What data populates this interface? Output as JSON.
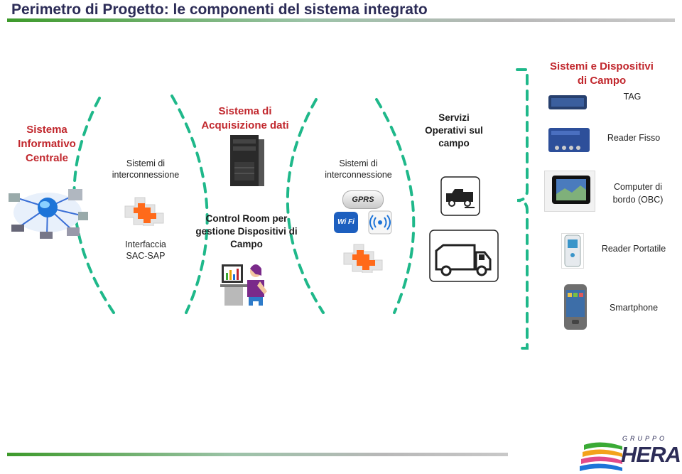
{
  "page": {
    "title": "Perimetro di Progetto: le componenti del sistema integrato"
  },
  "nodes": {
    "sic": "Sistema Informativo Centrale",
    "interconn_left": "Sistemi di interconnessione",
    "sap": "Interfaccia SAC-SAP",
    "sad": "Sistema di Acquisizione dati",
    "control_room": "Control Room per gestione Dispositivi di Campo",
    "interconn_right": "Sistemi di interconnessione",
    "gprs": "GPRS",
    "wifi": "Wi Fi",
    "servizi": "Servizi Operativi sul campo",
    "campo_title": "Sistemi e Dispositivi di Campo"
  },
  "devices": [
    {
      "label": "TAG",
      "icon": "tag-device-icon"
    },
    {
      "label": "Reader Fisso",
      "icon": "fixed-reader-icon"
    },
    {
      "label": "Computer di bordo  (OBC)",
      "icon": "onboard-computer-icon"
    },
    {
      "label": "Reader Portatile",
      "icon": "portable-reader-icon"
    },
    {
      "label": "Smartphone",
      "icon": "smartphone-icon"
    }
  ],
  "logo": {
    "group": "GRUPPO",
    "name": "HERA"
  },
  "colors": {
    "accent_red": "#c1272d",
    "dashed_green": "#1fb88a",
    "title_navy": "#2c2c57"
  }
}
